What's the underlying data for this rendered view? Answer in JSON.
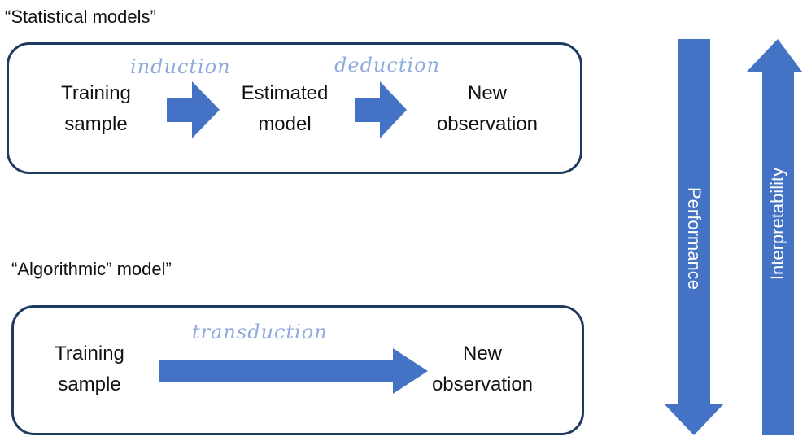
{
  "statistical": {
    "title": "“Statistical models”",
    "nodes": {
      "training": [
        "Training",
        "sample"
      ],
      "estimated": [
        "Estimated",
        "model"
      ],
      "new_obs": [
        "New",
        "observation"
      ]
    },
    "edges": {
      "induction": "induction",
      "deduction": "deduction"
    }
  },
  "algorithmic": {
    "title": "“Algorithmic” model”",
    "nodes": {
      "training": [
        "Training",
        "sample"
      ],
      "new_obs": [
        "New",
        "observation"
      ]
    },
    "edges": {
      "transduction": "transduction"
    }
  },
  "axes": {
    "performance": "Performance",
    "interpretability": "Interpretability"
  },
  "colors": {
    "arrow_fill": "#4472c4",
    "panel_border": "#1f3a5f",
    "handwriting": "#8faadc"
  }
}
